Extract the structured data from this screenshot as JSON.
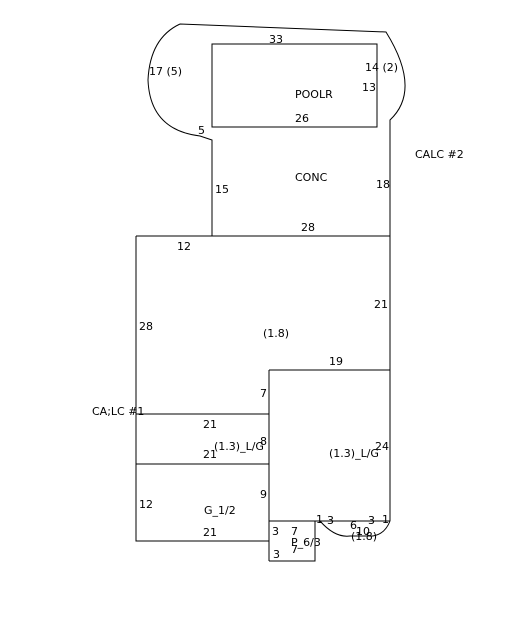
{
  "areas": {
    "poolr": "POOLR",
    "conc": "CONC",
    "main_factor": "(1.8)",
    "left_ug": "(1.3)_L/G",
    "right_ug": "(1.3)_L/G",
    "garage": "G_1/2",
    "porch": "P_6/3",
    "small_factor": "(1.8)"
  },
  "callouts": {
    "calc2": "CALC #2",
    "calc1": "CA;LC #1"
  },
  "dimensions": {
    "pool_top": "33",
    "pool_right": "14 (2)",
    "pool_13": "13",
    "pool_left_arc": "17 (5)",
    "pool_bottom": "26",
    "pool_5": "5",
    "conc_left": "15",
    "conc_right": "18",
    "conc_bottom": "28",
    "main_top": "12",
    "main_right": "21",
    "main_left": "28",
    "right_top": "19",
    "notch_7": "7",
    "left_ug_top": "21",
    "left_ug_8": "8",
    "left_ug_bottom": "21",
    "right_24": "24",
    "garage_left": "12",
    "garage_9": "9",
    "garage_bottom": "21",
    "porch_3a": "3",
    "porch_7a": "7",
    "porch_3b": "3",
    "porch_7b": "7",
    "porch_1a": "1",
    "porch_3c": "3",
    "porch_6": "6",
    "porch_3d": "3",
    "porch_1b": "1",
    "porch_10": "10"
  }
}
